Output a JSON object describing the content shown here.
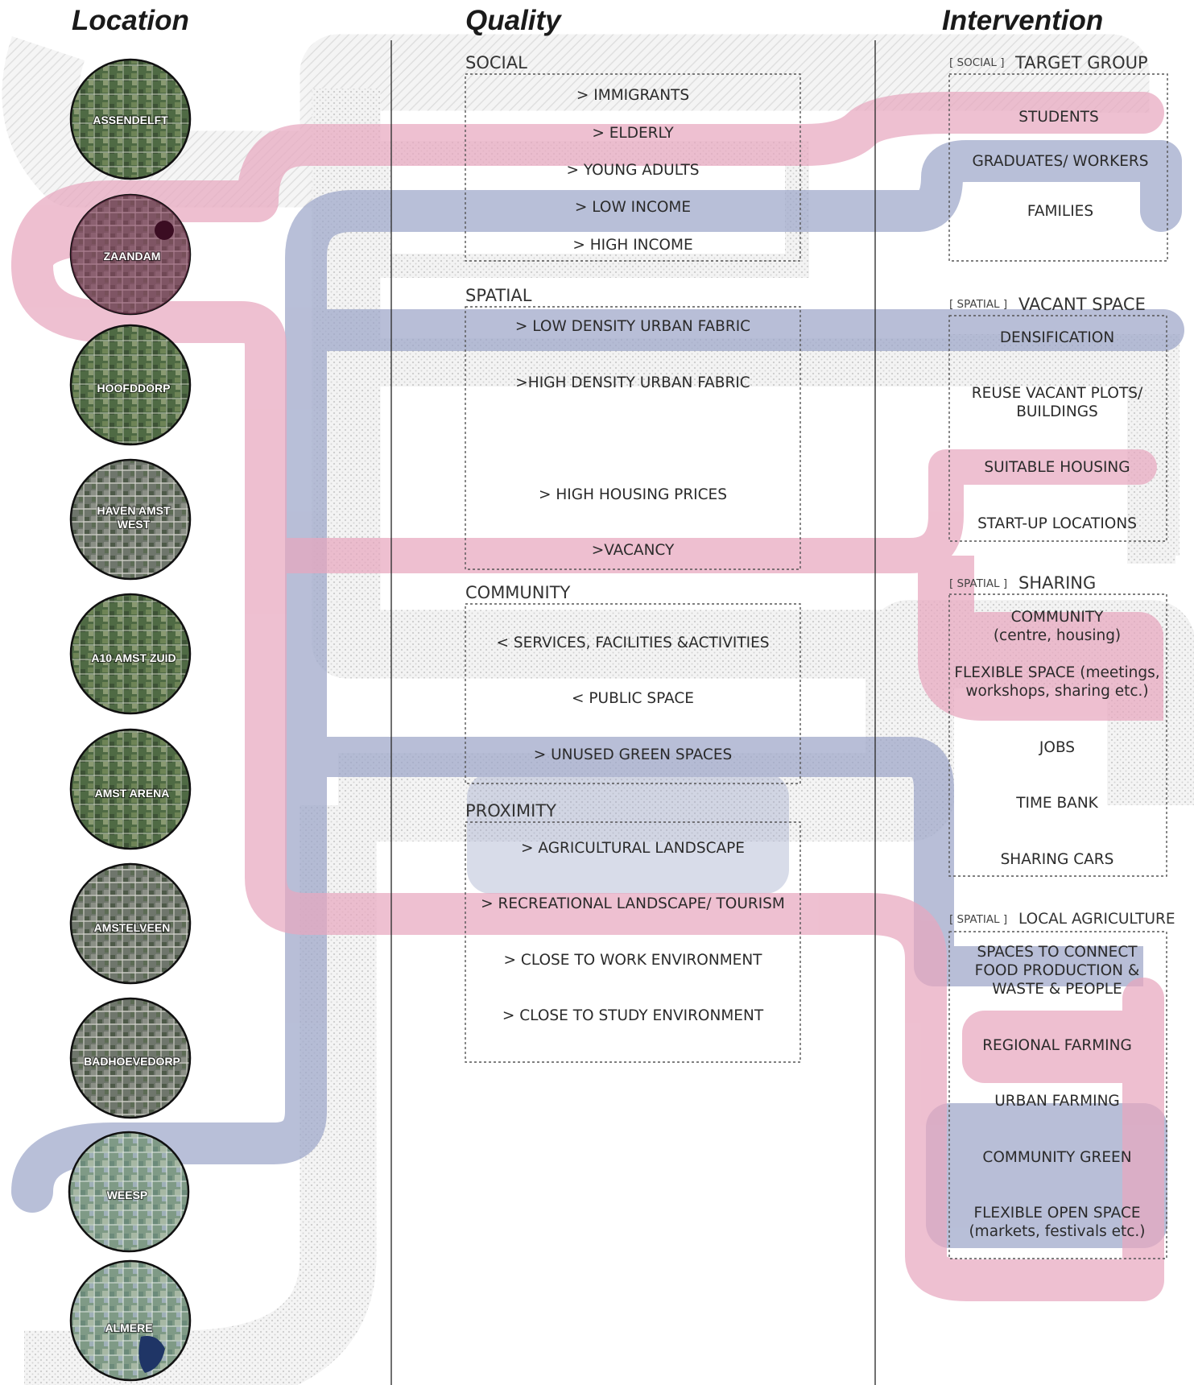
{
  "headers": {
    "location": "Location",
    "quality": "Quality",
    "intervention": "Intervention"
  },
  "locations": [
    "ASSENDELFT",
    "ZAANDAM",
    "HOOFDDORP",
    "HAVEN AMST WEST",
    "A10 AMST ZUID",
    "AMST ARENA",
    "AMSTELVEEN",
    "BADHOEVEDORP",
    "WEESP",
    "ALMERE"
  ],
  "quality": {
    "social": {
      "title": "SOCIAL",
      "items": [
        "> IMMIGRANTS",
        "> ELDERLY",
        "> YOUNG ADULTS",
        "> LOW INCOME",
        "> HIGH INCOME"
      ]
    },
    "spatial": {
      "title": "SPATIAL",
      "items": [
        "> LOW DENSITY URBAN FABRIC",
        ">HIGH DENSITY URBAN FABRIC",
        "> HIGH HOUSING PRICES",
        ">VACANCY"
      ]
    },
    "community": {
      "title": "COMMUNITY",
      "items": [
        "< SERVICES, FACILITIES &ACTIVITIES",
        "< PUBLIC SPACE",
        "> UNUSED GREEN SPACES"
      ]
    },
    "proximity": {
      "title": "PROXIMITY",
      "items": [
        "> AGRICULTURAL LANDSCAPE",
        "> RECREATIONAL LANDSCAPE/ TOURISM",
        "> CLOSE TO WORK ENVIRONMENT",
        "> CLOSE TO STUDY ENVIRONMENT"
      ]
    }
  },
  "intervention": {
    "target_group": {
      "tag": "[ SOCIAL ]",
      "title": "TARGET GROUP",
      "items": [
        "STUDENTS",
        "GRADUATES/ WORKERS",
        "FAMILIES"
      ]
    },
    "vacant_space": {
      "tag": "[ SPATIAL ]",
      "title": "VACANT SPACE",
      "items": [
        "DENSIFICATION",
        "REUSE VACANT PLOTS/",
        "BUILDINGS",
        "SUITABLE HOUSING",
        "START-UP LOCATIONS"
      ]
    },
    "sharing": {
      "tag": "[ SPATIAL ]",
      "title": "SHARING",
      "items": [
        "COMMUNITY",
        "(centre, housing)",
        "FLEXIBLE SPACE (meetings,",
        "workshops, sharing etc.)",
        "JOBS",
        "TIME BANK",
        "SHARING CARS"
      ]
    },
    "local_agriculture": {
      "tag": "[ SPATIAL ]",
      "title": "LOCAL AGRICULTURE",
      "items": [
        "SPACES TO CONNECT",
        "FOOD PRODUCTION &",
        "WASTE & PEOPLE",
        "REGIONAL FARMING",
        "URBAN FARMING",
        "COMMUNITY GREEN",
        "FLEXIBLE OPEN SPACE",
        "(markets, festivals etc.)"
      ]
    }
  },
  "colors": {
    "pink_path": "#e8a7bf",
    "blue_path": "#9da6c9",
    "grey_stipple": "#d6d6d6",
    "divider": "#333333"
  }
}
